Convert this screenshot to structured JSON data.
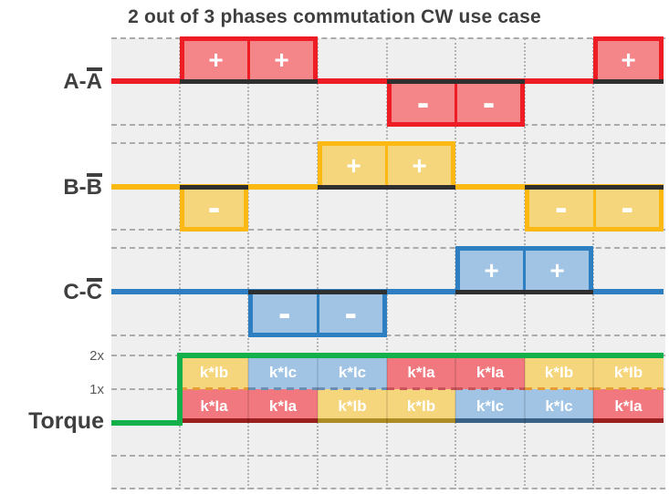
{
  "title": "2 out of 3 phases commutation CW use case",
  "colors": {
    "phase_a_stroke": "#EE1C25",
    "phase_a_fill": "#F4868A",
    "phase_b_stroke": "#FDB913",
    "phase_b_fill": "#F6D67D",
    "phase_c_stroke": "#2E7EC2",
    "phase_c_fill": "#A1C4E5",
    "torque_stroke": "#12B04B",
    "active_line": "#2F2F2F",
    "label_text": "#3F3F3F",
    "grid": "#ABABAB",
    "plot_background": "#EFEFEF",
    "sign_text": "#FFFFFF"
  },
  "phases": [
    {
      "label_prefix": "A-",
      "label_overline": "A",
      "boxes": [
        "+",
        "+",
        "-",
        "-",
        "+"
      ]
    },
    {
      "label_prefix": "B-",
      "label_overline": "B",
      "boxes": [
        "-",
        "+",
        "+",
        "-",
        "-"
      ]
    },
    {
      "label_prefix": "C-",
      "label_overline": "C",
      "boxes": [
        "-",
        "-",
        "+",
        "+"
      ]
    }
  ],
  "torque": {
    "label": "Torque",
    "scale_2x": "2x",
    "scale_1x": "1x",
    "cells": [
      {
        "top": "k*Ib",
        "top_color": "yellow",
        "bottom": "k*Ia",
        "bottom_color": "red"
      },
      {
        "top": "k*Ic",
        "top_color": "blue",
        "bottom": "k*Ia",
        "bottom_color": "red"
      },
      {
        "top": "k*Ic",
        "top_color": "blue",
        "bottom": "k*Ib",
        "bottom_color": "yellow"
      },
      {
        "top": "k*Ia",
        "top_color": "red",
        "bottom": "k*Ib",
        "bottom_color": "yellow"
      },
      {
        "top": "k*Ia",
        "top_color": "red",
        "bottom": "k*Ic",
        "bottom_color": "blue"
      },
      {
        "top": "k*Ib",
        "top_color": "yellow",
        "bottom": "k*Ic",
        "bottom_color": "blue"
      },
      {
        "top": "k*Ib",
        "top_color": "yellow",
        "bottom": "k*Ia",
        "bottom_color": "red"
      }
    ]
  }
}
